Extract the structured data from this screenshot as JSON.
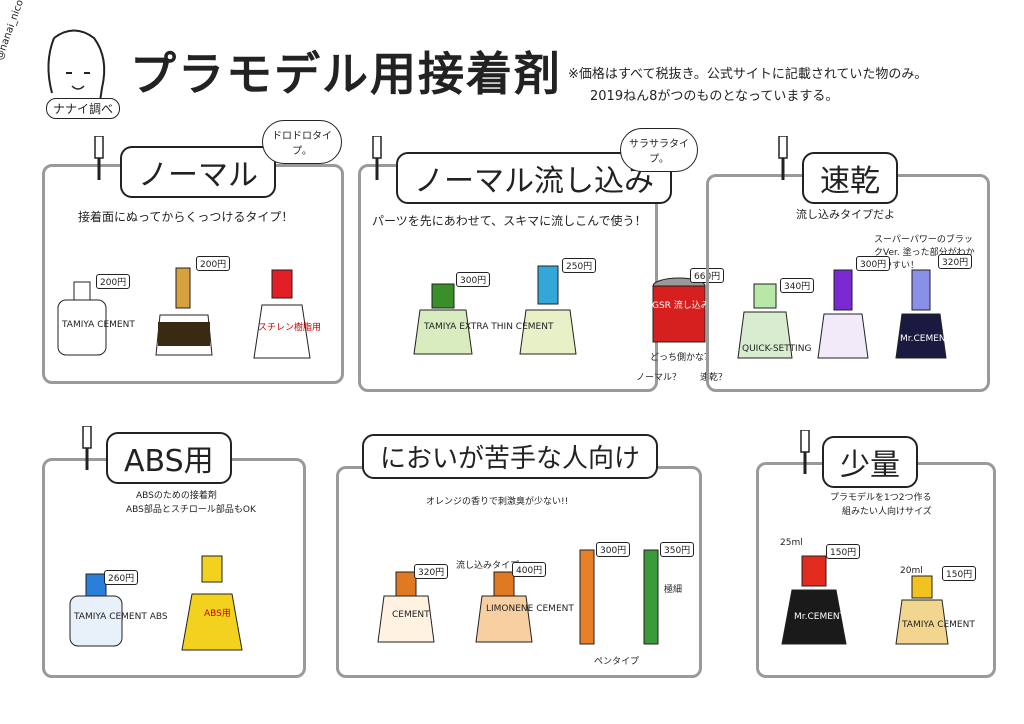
{
  "header": {
    "title": "プラモデル用接着剤",
    "author_handle": "@nanai_nico",
    "author_tag": "ナナイ調べ",
    "note_line1": "※価格はすべて税抜き。公式サイトに記載されていた物のみ。",
    "note_line2": "2019ねん8がつのものとなっていまする。"
  },
  "panels": {
    "normal": {
      "label": "ノーマル",
      "bubble": "ドロドロタイプ。",
      "desc": "接着面にぬってからくっつけるタイプ！",
      "products": [
        {
          "price": "200円",
          "name": "TAMIYA CEMENT"
        },
        {
          "price": "200円",
          "name": ""
        },
        {
          "price": "",
          "name": "スチレン樹脂用"
        }
      ]
    },
    "flow": {
      "label": "ノーマル流し込み",
      "bubble": "サラサラタイプ。",
      "desc": "パーツを先にあわせて、スキマに流しこんで使う！",
      "products": [
        {
          "price": "300円",
          "name": "TAMIYA EXTRA THIN CEMENT"
        },
        {
          "price": "250円",
          "name": ""
        }
      ]
    },
    "middle": {
      "price": "660円",
      "name": "GSR 流し込み接着剤",
      "q1": "どっち側かな？",
      "q2": "ノーマル？",
      "q3": "速乾？"
    },
    "quick": {
      "label": "速乾",
      "desc": "流し込みタイプだよ",
      "note": "スーパーパワーのブラックVer. 塗った部分がわかりやすい！",
      "products": [
        {
          "price": "340円",
          "name": "QUICK-SETTING"
        },
        {
          "price": "300円",
          "name": ""
        },
        {
          "price": "320円",
          "name": "Mr.CEMENT SP"
        }
      ]
    },
    "abs": {
      "label": "ABS用",
      "desc1": "ABSのための接着剤",
      "desc2": "ABS部品とスチロール部品もOK",
      "products": [
        {
          "price": "260円",
          "name": "TAMIYA CEMENT ABS"
        },
        {
          "price": "",
          "name": "ABS用"
        }
      ]
    },
    "smell": {
      "label": "においが苦手な人向け",
      "desc": "オレンジの香りで刺激臭が少ない!!",
      "flow_note": "流し込みタイプ",
      "pen_note": "ペンタイプ",
      "tip_note": "極細",
      "products": [
        {
          "price": "320円",
          "name": "CEMENT"
        },
        {
          "price": "400円",
          "name": "LIMONENE CEMENT"
        },
        {
          "price": "300円",
          "name": ""
        },
        {
          "price": "350円",
          "name": ""
        }
      ]
    },
    "small": {
      "label": "少量",
      "desc1": "プラモデルを1つ2つ作る",
      "desc2": "組みたい人向けサイズ",
      "products": [
        {
          "price": "150円",
          "volume": "25ml",
          "name": "Mr.CEMENT"
        },
        {
          "price": "150円",
          "volume": "20ml",
          "name": "TAMIYA CEMENT"
        }
      ]
    }
  }
}
